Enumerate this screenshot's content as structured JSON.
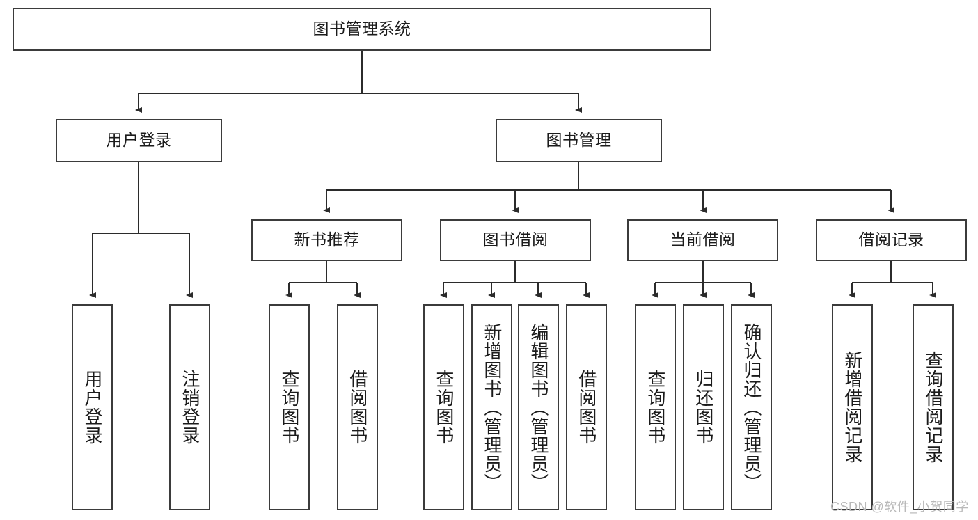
{
  "diagram": {
    "title": "图书管理系统",
    "type": "tree",
    "watermark": "CSDN @软件_小贺同学",
    "style": {
      "box_border_color": "#3b3b3b",
      "box_fill_color": "#ffffff",
      "connector_color": "#2b2b2b",
      "text_color": "#1b1b1b",
      "watermark_color": "#b9b9b9"
    },
    "levels": {
      "root": {
        "label": "图书管理系统"
      },
      "level2": [
        {
          "label": "用户登录"
        },
        {
          "label": "图书管理"
        }
      ],
      "level3": [
        {
          "label": "新书推荐"
        },
        {
          "label": "图书借阅"
        },
        {
          "label": "当前借阅"
        },
        {
          "label": "借阅记录"
        }
      ],
      "leaves": [
        {
          "label": "用户登录",
          "parent": "用户登录"
        },
        {
          "label": "注销登录",
          "parent": "用户登录"
        },
        {
          "label": "查询图书",
          "parent": "新书推荐"
        },
        {
          "label": "借阅图书",
          "parent": "新书推荐"
        },
        {
          "label": "查询图书",
          "parent": "图书借阅"
        },
        {
          "label": "新增图书（管理员）",
          "parent": "图书借阅"
        },
        {
          "label": "编辑图书（管理员）",
          "parent": "图书借阅"
        },
        {
          "label": "借阅图书",
          "parent": "图书借阅"
        },
        {
          "label": "查询图书",
          "parent": "当前借阅"
        },
        {
          "label": "归还图书",
          "parent": "当前借阅"
        },
        {
          "label": "确认归还（管理员）",
          "parent": "当前借阅"
        },
        {
          "label": "新增借阅记录",
          "parent": "借阅记录"
        },
        {
          "label": "查询借阅记录",
          "parent": "借阅记录"
        }
      ]
    }
  }
}
